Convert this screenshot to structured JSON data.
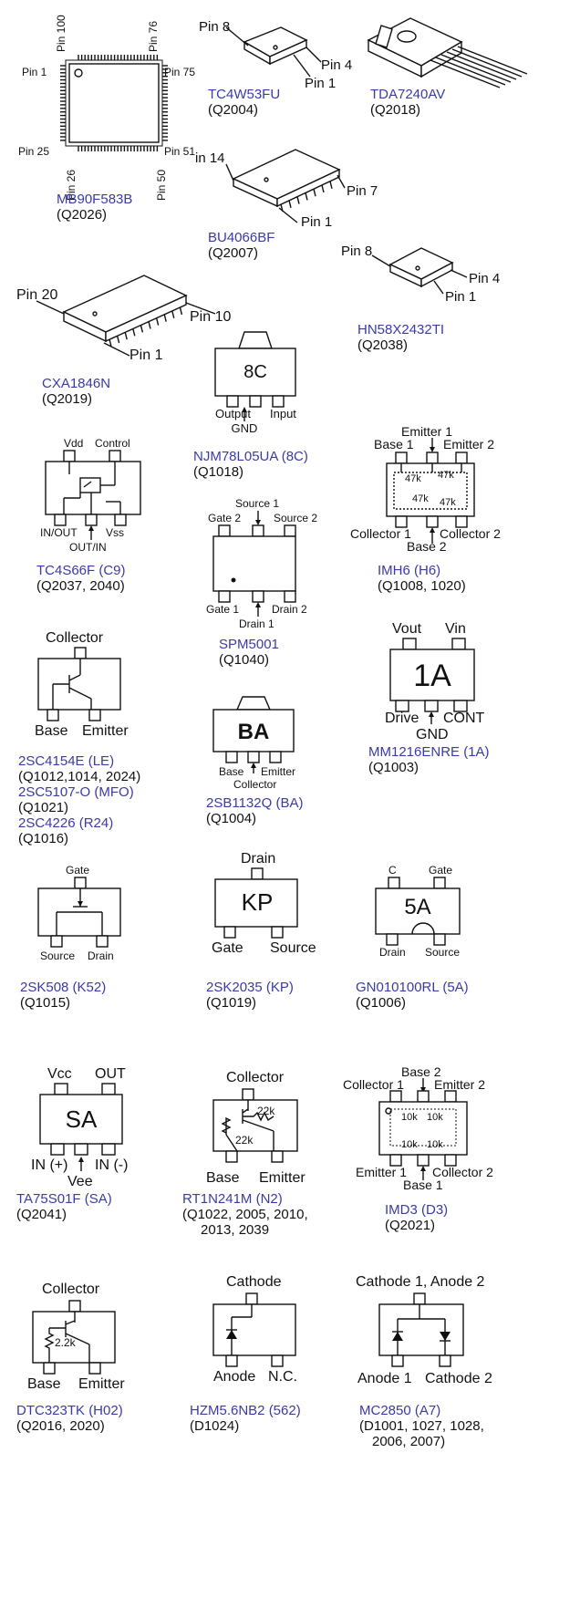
{
  "components": [
    {
      "id": "mb90f583b",
      "name": "MB90F583B",
      "ref": [
        "(Q2026)"
      ],
      "labels": [
        "Pin 100",
        "Pin 76",
        "Pin 1",
        "Pin 75",
        "Pin 25",
        "Pin 51",
        "Pin 26",
        "Pin 50"
      ]
    },
    {
      "id": "tc4w53fu",
      "name": "TC4W53FU",
      "ref": [
        "(Q2004)"
      ],
      "labels": [
        "Pin 8",
        "Pin 4",
        "Pin 1"
      ]
    },
    {
      "id": "tda7240av",
      "name": "TDA7240AV",
      "ref": [
        "(Q2018)"
      ],
      "labels": []
    },
    {
      "id": "bu4066bf",
      "name": "BU4066BF",
      "ref": [
        "(Q2007)"
      ],
      "labels": [
        "in 14",
        "Pin 7",
        "Pin 1"
      ]
    },
    {
      "id": "hn58x2432ti",
      "name": "HN58X2432TI",
      "ref": [
        "(Q2038)"
      ],
      "labels": [
        "Pin 8",
        "Pin 4",
        "Pin 1"
      ]
    },
    {
      "id": "cxa1846n",
      "name": "CXA1846N",
      "ref": [
        "(Q2019)"
      ],
      "labels": [
        "Pin 20",
        "Pin 10",
        "Pin 1"
      ]
    },
    {
      "id": "njm78l05ua",
      "name": "NJM78L05UA (8C)",
      "ref": [
        "(Q1018)"
      ],
      "labels": [
        "8C",
        "Output",
        "GND",
        "Input"
      ]
    },
    {
      "id": "tc4s66f",
      "name": "TC4S66F (C9)",
      "ref": [
        "(Q2037, 2040)"
      ],
      "labels": [
        "Vdd",
        "Control",
        "IN/OUT",
        "Vss",
        "OUT/IN"
      ]
    },
    {
      "id": "spm5001",
      "name": "SPM5001",
      "ref": [
        "(Q1040)"
      ],
      "labels": [
        "Source 1",
        "Gate 2",
        "Source 2",
        "Gate 1",
        "Drain 2",
        "Drain 1"
      ]
    },
    {
      "id": "imh6",
      "name": "IMH6 (H6)",
      "ref": [
        "(Q1008, 1020)"
      ],
      "labels": [
        "Emitter 1",
        "Base 1",
        "Emitter 2",
        "47k",
        "47k",
        "47k",
        "47k",
        "Collector 1",
        "Collector 2",
        "Base 2"
      ]
    },
    {
      "id": "lechip",
      "name": "2SC4154E (LE)",
      "ref": [
        "(Q1012,1014, 2024)"
      ],
      "extra": [
        {
          "name": "2SC5107-O (MFO)",
          "ref": "(Q1021)"
        },
        {
          "name": "2SC4226 (R24)",
          "ref": "(Q1016)"
        }
      ],
      "labels": [
        "Collector",
        "Base",
        "Emitter"
      ]
    },
    {
      "id": "mm1216enre",
      "name": "MM1216ENRE (1A)",
      "ref": [
        "(Q1003)"
      ],
      "labels": [
        "Vout",
        "Vin",
        "1A",
        "Drive",
        "CONT",
        "GND"
      ]
    },
    {
      "id": "2sb1132q",
      "name": "2SB1132Q (BA)",
      "ref": [
        "(Q1004)"
      ],
      "labels": [
        "BA",
        "Base",
        "Emitter",
        "Collector"
      ]
    },
    {
      "id": "2sk508",
      "name": "2SK508 (K52)",
      "ref": [
        "(Q1015)"
      ],
      "labels": [
        "Gate",
        "Source",
        "Drain"
      ]
    },
    {
      "id": "2sk2035",
      "name": "2SK2035 (KP)",
      "ref": [
        "(Q1019)"
      ],
      "labels": [
        "Drain",
        "KP",
        "Gate",
        "Source"
      ]
    },
    {
      "id": "gn010100rl",
      "name": "GN010100RL (5A)",
      "ref": [
        "(Q1006)"
      ],
      "labels": [
        "C",
        "Gate",
        "5A",
        "Drain",
        "Source"
      ]
    },
    {
      "id": "ta75s01f",
      "name": "TA75S01F (SA)",
      "ref": [
        "(Q2041)"
      ],
      "labels": [
        "Vcc",
        "OUT",
        "SA",
        "IN (+)",
        "IN (-)",
        "Vee"
      ]
    },
    {
      "id": "rt1n241m",
      "name": "RT1N241M (N2)",
      "ref": [
        "(Q1022, 2005, 2010,",
        "2013, 2039"
      ],
      "labels": [
        "Collector",
        "22k",
        "22k",
        "Base",
        "Emitter"
      ]
    },
    {
      "id": "imd3",
      "name": "IMD3 (D3)",
      "ref": [
        "(Q2021)"
      ],
      "labels": [
        "Base 2",
        "Collector 1",
        "Emitter 2",
        "10k",
        "10k",
        "10k",
        "10k",
        "Emitter 1",
        "Collector 2",
        "Base 1"
      ]
    },
    {
      "id": "dtc323tk",
      "name": "DTC323TK (H02)",
      "ref": [
        "(Q2016, 2020)"
      ],
      "labels": [
        "Collector",
        "2.2k",
        "Base",
        "Emitter"
      ]
    },
    {
      "id": "hzm56nb2",
      "name": "HZM5.6NB2 (562)",
      "ref": [
        "(D1024)"
      ],
      "labels": [
        "Cathode",
        "Anode",
        "N.C."
      ]
    },
    {
      "id": "mc2850",
      "name": "MC2850 (A7)",
      "ref": [
        "(D1001, 1027, 1028,",
        "2006, 2007)"
      ],
      "labels": [
        "Cathode 1, Anode 2",
        "Anode 1",
        "Cathode 2"
      ]
    }
  ],
  "colors": {
    "name": "#3a3aa8",
    "ink": "#111111"
  }
}
